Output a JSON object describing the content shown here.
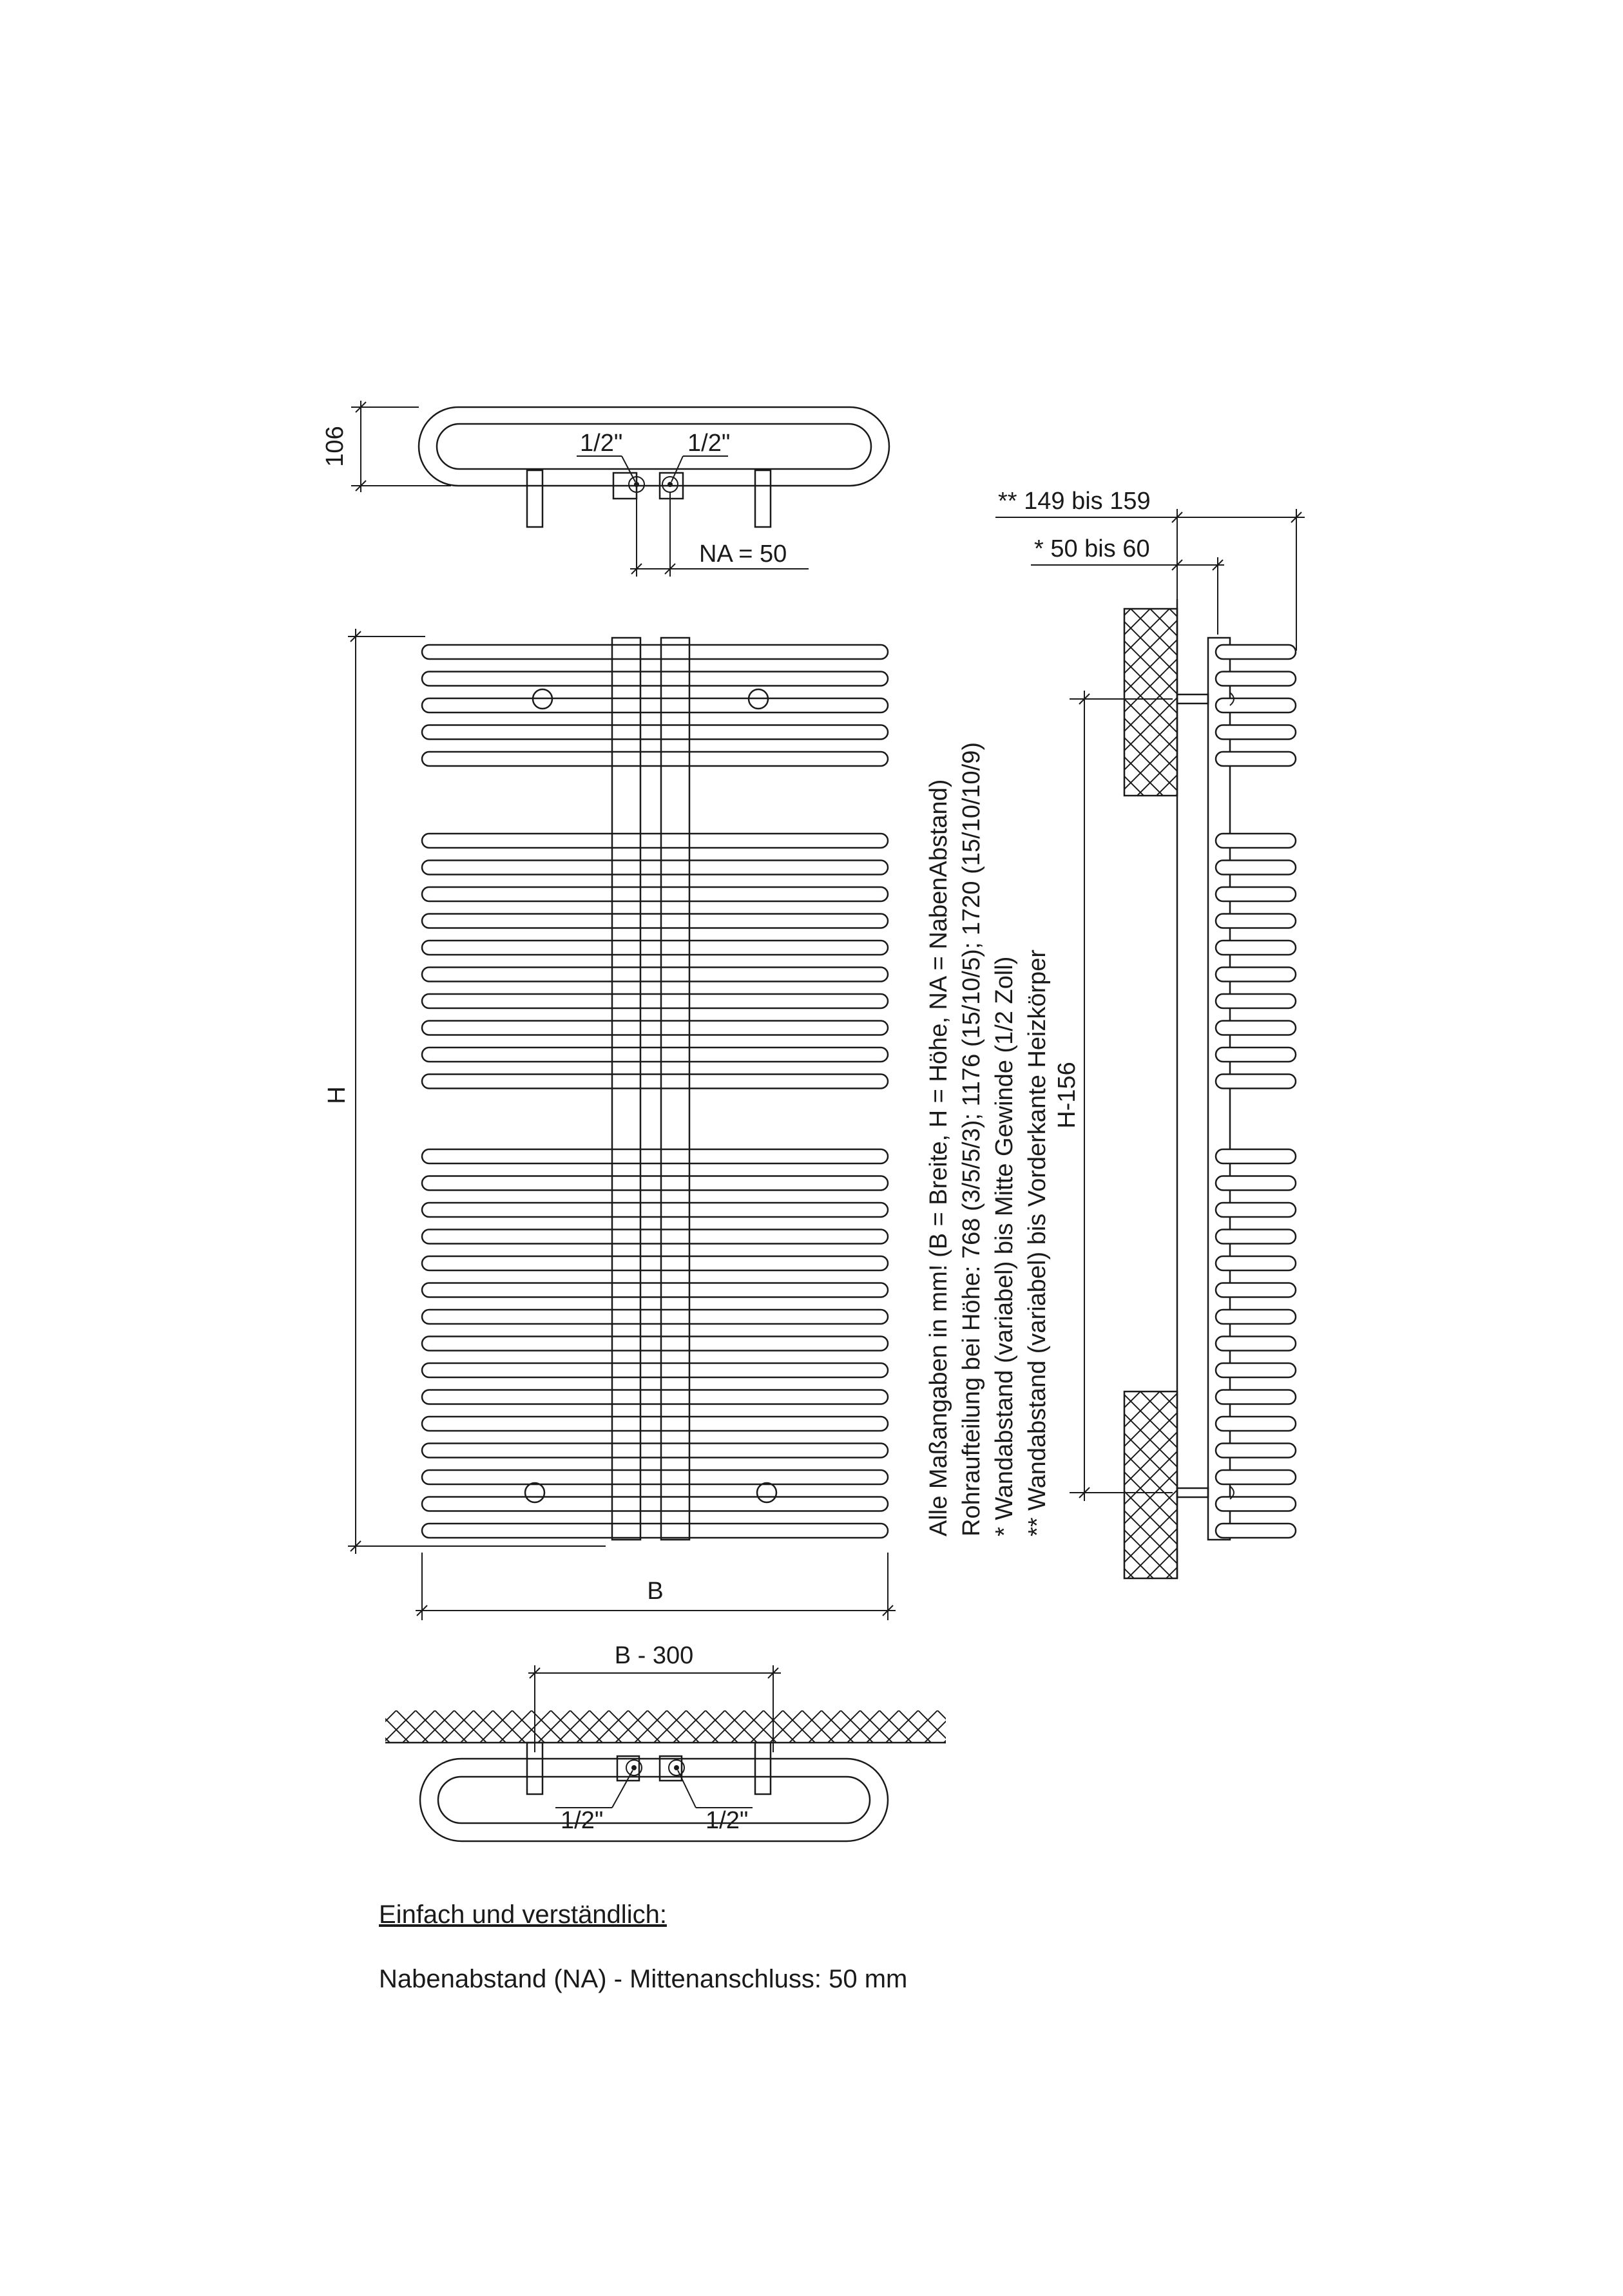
{
  "labels": {
    "top_depth": "106",
    "top_thread_left": "1/2\"",
    "top_thread_right": "1/2\"",
    "na": "NA = 50",
    "height": "H",
    "width": "B",
    "width_minus": "B - 300",
    "bottom_thread_left": "1/2\"",
    "bottom_thread_right": "1/2\"",
    "side_height": "H-156",
    "side_wall_1": "** 149 bis 159",
    "side_wall_2": "* 50 bis 60"
  },
  "notes_vertical": [
    "Alle Maßangaben in mm! (B = Breite, H = Höhe, NA = NabenAbstand)",
    "Rohraufteilung bei Höhe: 768 (3/5/5/3); 1176 (15/10/5); 1720 (15/10/10/9)",
    "*   Wandabstand (variabel) bis Mitte Gewinde (1/2 Zoll)",
    "**  Wandabstand (variabel) bis Vorderkante Heizkörper"
  ],
  "footer": {
    "heading": "Einfach und verständlich:",
    "line": "Nabenabstand (NA)  - Mittenanschluss: 50 mm"
  },
  "tube_groups": [
    5,
    10,
    15
  ],
  "colors": {
    "line": "#1a1a1a",
    "background": "#ffffff"
  }
}
